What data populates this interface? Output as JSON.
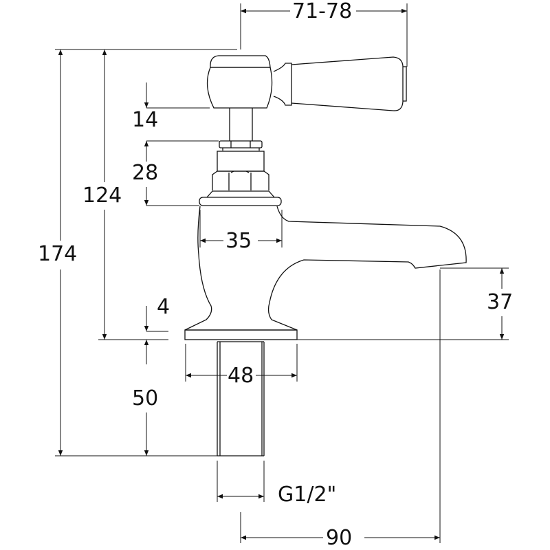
{
  "drawing": {
    "title": "Basin tap dimension drawing",
    "line_color": "#111111",
    "dimensions": {
      "handle_reach": "71-78",
      "total_height": "174",
      "height_to_handle": "124",
      "handle_clearance": "14",
      "headwork_height": "28",
      "body_width": "35",
      "base_thickness": "4",
      "spout_height": "37",
      "base_width": "48",
      "shank_length": "50",
      "thread": "G1/2\"",
      "spout_projection": "90"
    }
  }
}
